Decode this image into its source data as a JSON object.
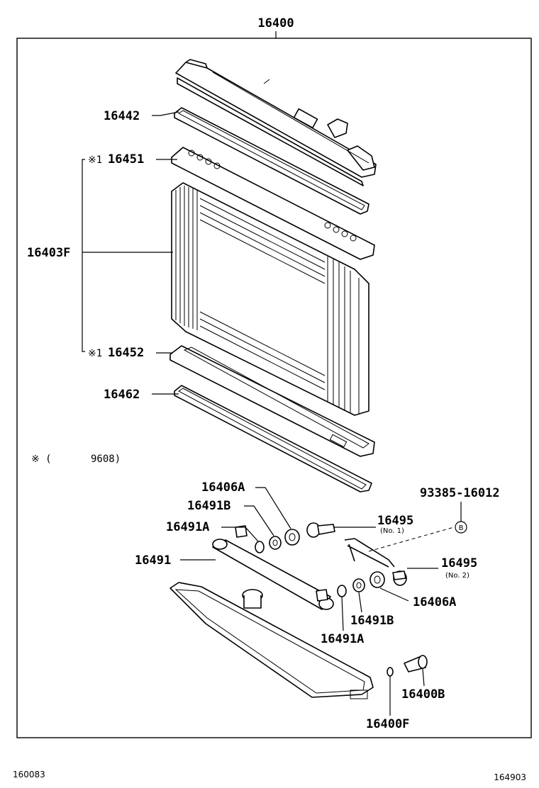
{
  "assembly_number": "16400",
  "callouts": {
    "p16442": "16442",
    "p16451": "16451",
    "p16403f": "16403F",
    "p16452": "16452",
    "p16462": "16462",
    "p16406a_top": "16406A",
    "p16491b_top": "16491B",
    "p16491a_top": "16491A",
    "p16491": "16491",
    "p93385": "93385-16012",
    "p16495_no1": "16495",
    "p16495_no2": "16495",
    "p16406a_right": "16406A",
    "p16491b_bottom": "16491B",
    "p16491a_bottom": "16491A",
    "p16400b": "16400B",
    "p16400f": "16400F"
  },
  "sub_labels": {
    "no1": "(No. 1)",
    "no2": "(No. 2)",
    "ref_b": "B"
  },
  "markers": {
    "mark_16451": "※1",
    "mark_16452": "※1"
  },
  "note": {
    "mark": "※ (",
    "text": "9608)"
  },
  "footer": {
    "left_code": "160083",
    "right_code": "164903"
  }
}
